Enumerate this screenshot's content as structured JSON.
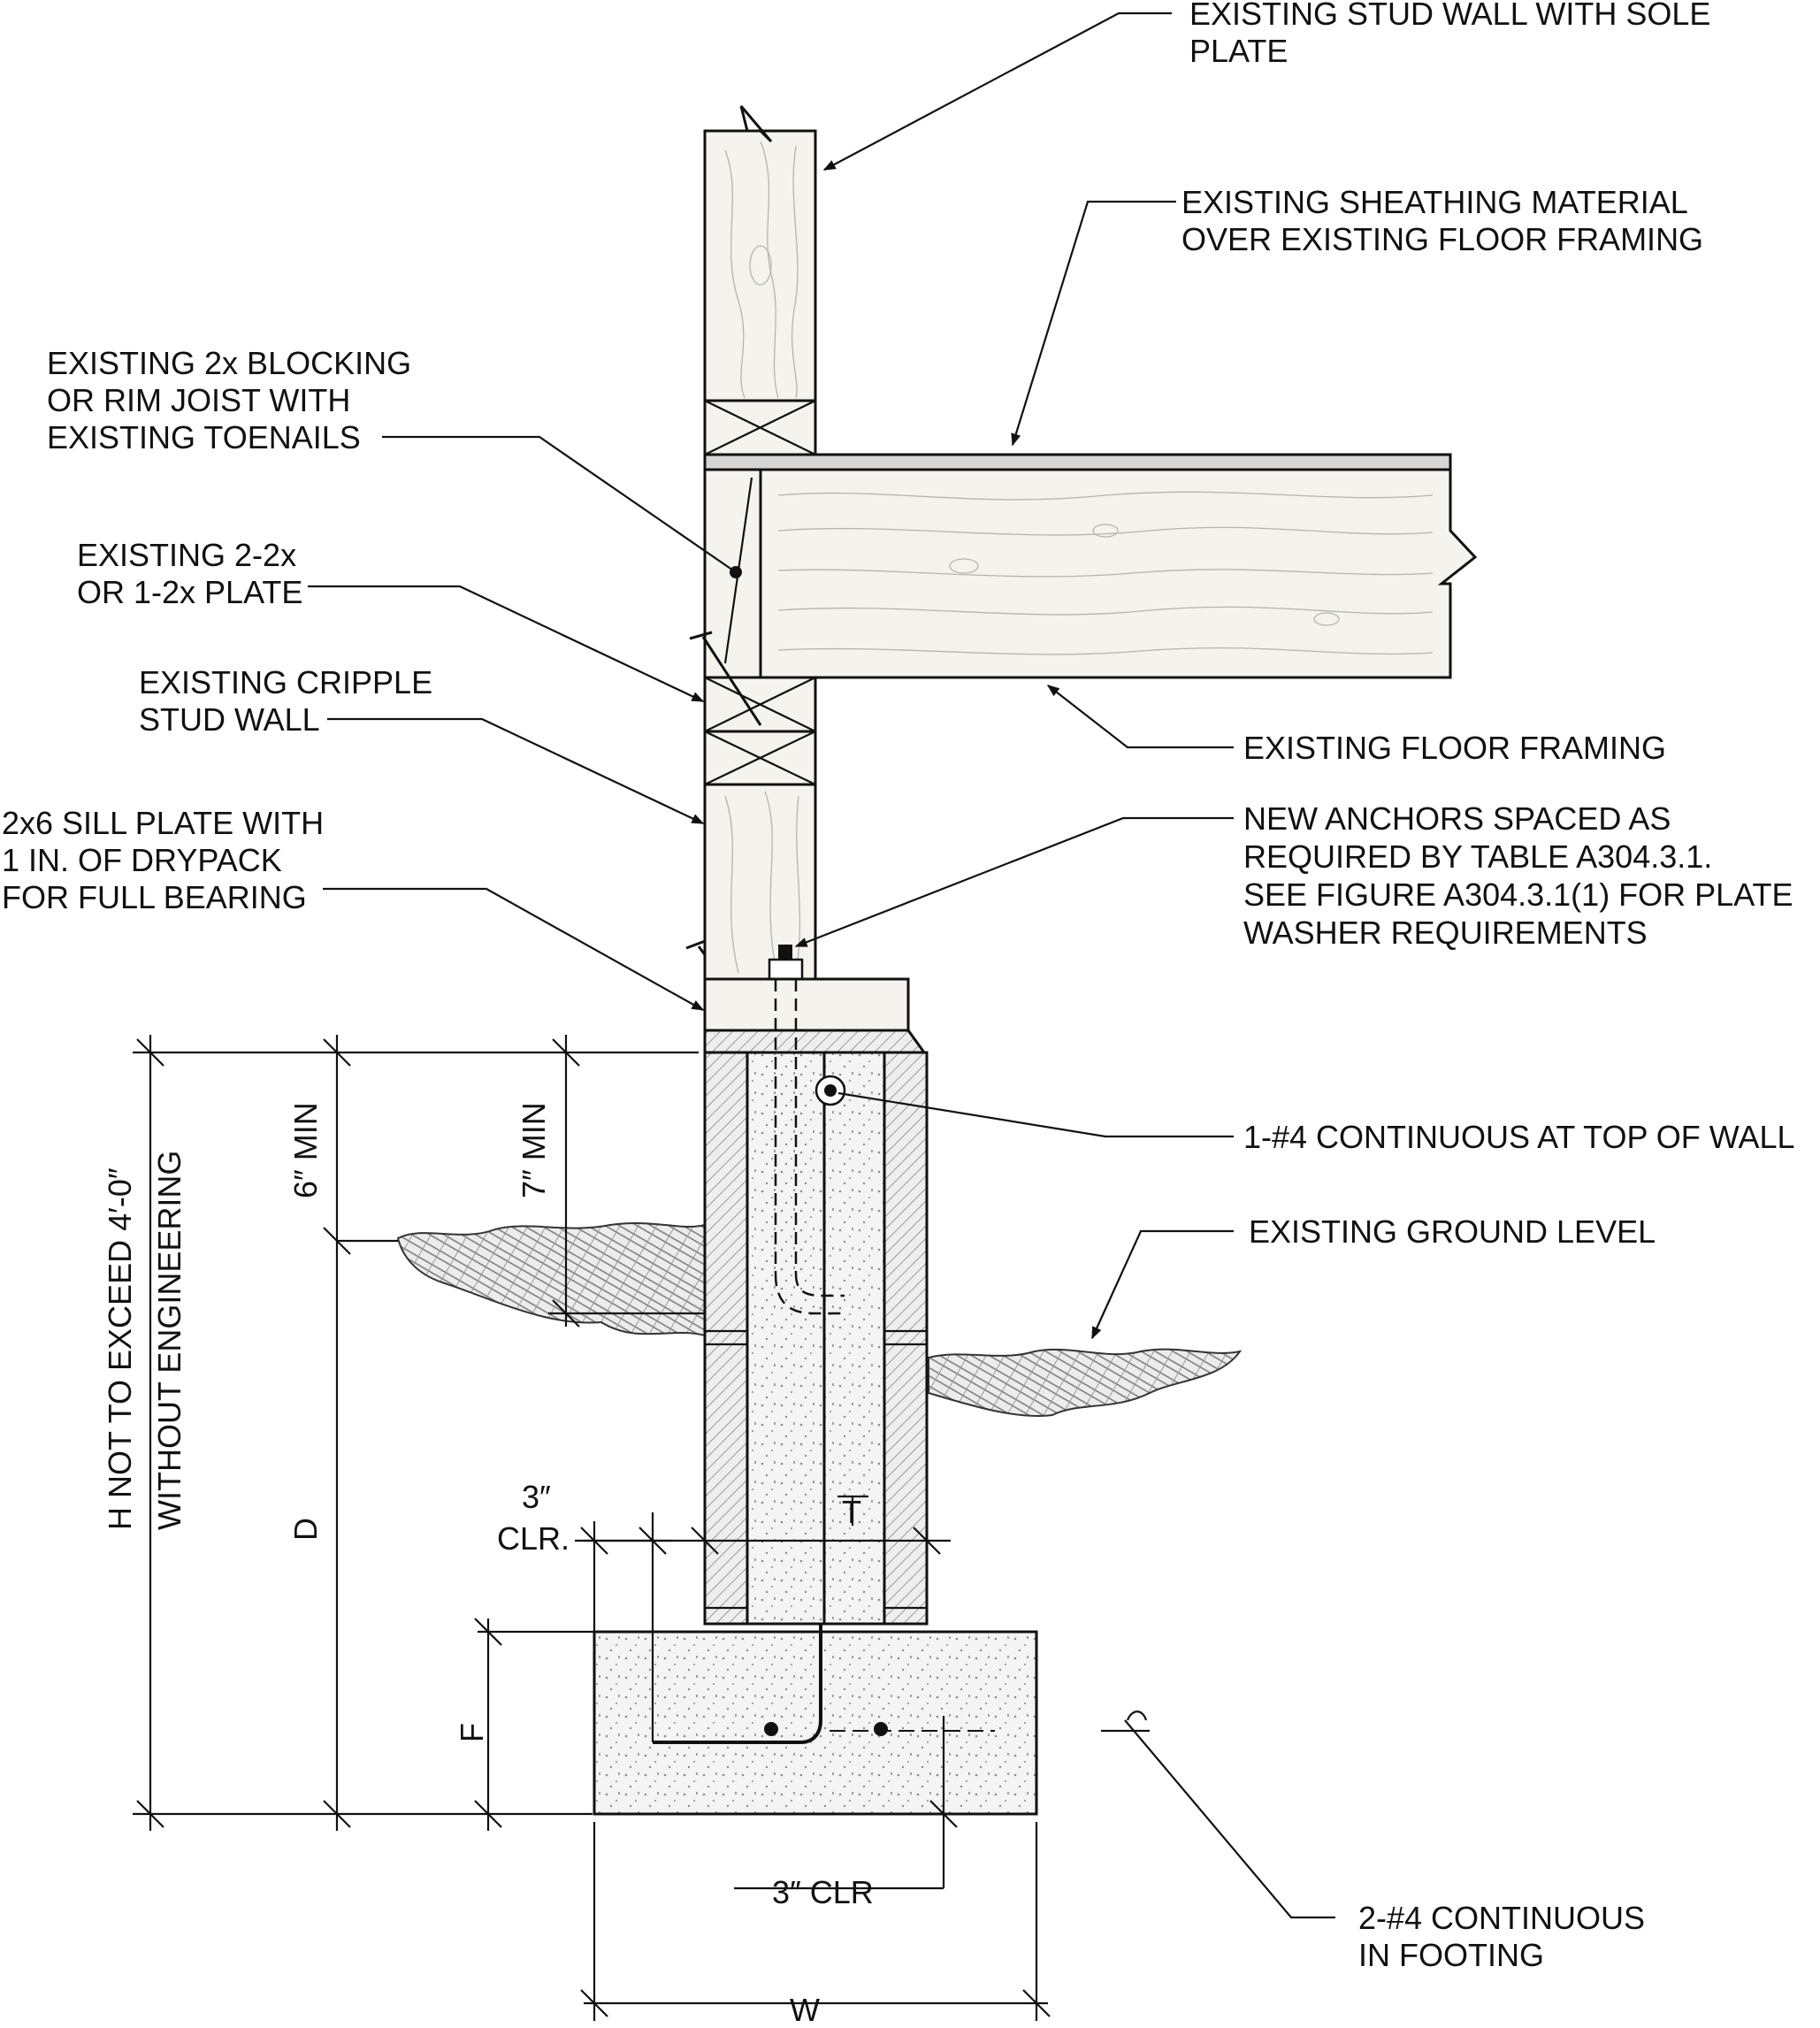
{
  "labels": {
    "stud_wall": [
      "EXISTING STUD WALL WITH SOLE",
      "PLATE"
    ],
    "sheathing": [
      "EXISTING SHEATHING MATERIAL",
      "OVER EXISTING FLOOR FRAMING"
    ],
    "blocking": [
      "EXISTING 2x BLOCKING",
      "OR RIM JOIST WITH",
      "EXISTING TOENAILS"
    ],
    "plate": [
      "EXISTING 2-2x",
      "OR 1-2x PLATE"
    ],
    "cripple": [
      "EXISTING CRIPPLE",
      "STUD WALL"
    ],
    "sill": [
      "2x6 SILL PLATE WITH",
      "1 IN. OF DRYPACK",
      "FOR FULL BEARING"
    ],
    "floor_framing": [
      "EXISTING FLOOR FRAMING"
    ],
    "anchors": [
      "NEW ANCHORS SPACED AS",
      "REQUIRED BY TABLE A304.3.1.",
      "SEE FIGURE A304.3.1(1) FOR PLATE",
      "WASHER REQUIREMENTS"
    ],
    "top_bar": [
      "1-#4 CONTINUOUS AT TOP OF WALL"
    ],
    "ground": [
      "EXISTING GROUND LEVEL"
    ],
    "footing_bars": [
      "2-#4 CONTINUOUS",
      "IN FOOTING"
    ]
  },
  "dimensions": {
    "h_limit": [
      "H NOT TO EXCEED 4′-0″",
      "WITHOUT ENGINEERING"
    ],
    "six_min": "6″ MIN",
    "seven_min": "7″ MIN",
    "d": "D",
    "f": "F",
    "t": "T",
    "w": "W",
    "clr_side": [
      "3″",
      "CLR."
    ],
    "clr_bottom": "3″ CLR"
  }
}
